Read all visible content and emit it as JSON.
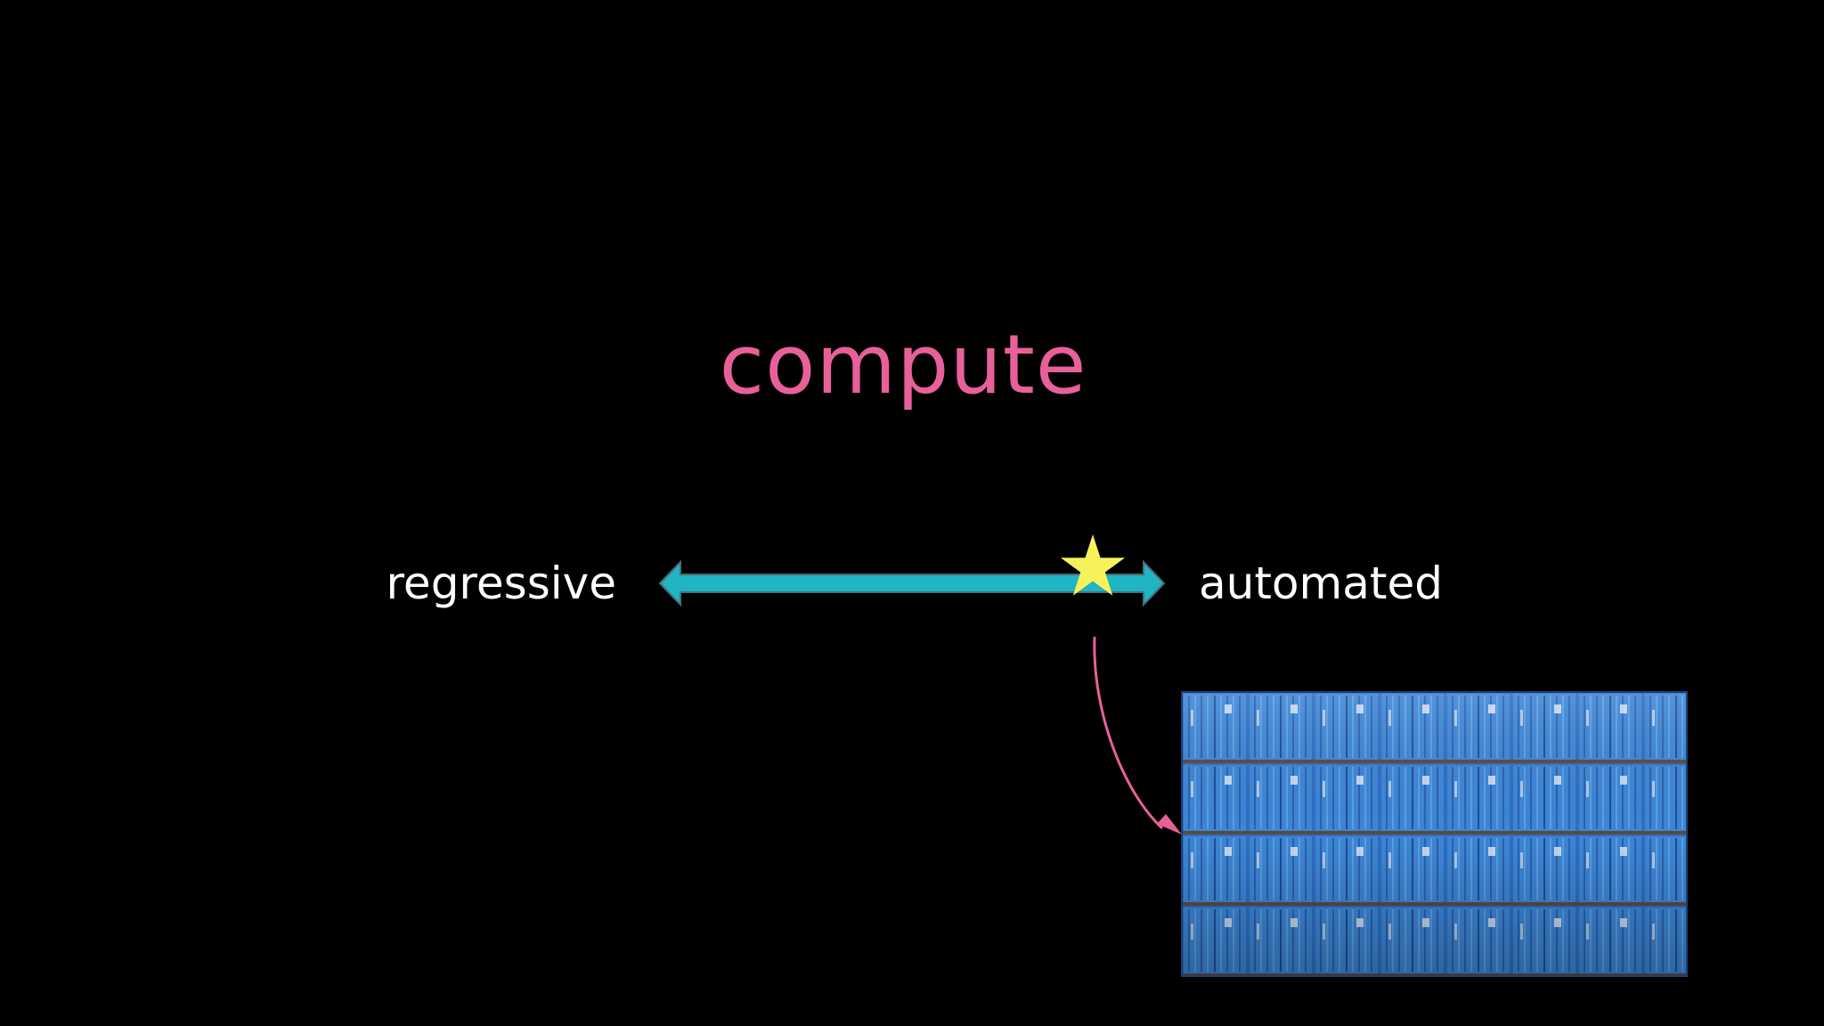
{
  "slide": {
    "title": "compute",
    "spectrum": {
      "left_label": "regressive",
      "right_label": "automated",
      "position_marker_icon": "star-icon",
      "position_fraction": 0.86
    },
    "image": {
      "description_icon": "shipping-containers-photo"
    }
  },
  "colors": {
    "background": "#000000",
    "title": "#e8609a",
    "labels": "#ffffff",
    "spectrum_arrow": "#1fb5c2",
    "spectrum_arrow_edge": "#4a6b78",
    "star": "#f7f25c",
    "pointer_arrow": "#e8609a"
  }
}
